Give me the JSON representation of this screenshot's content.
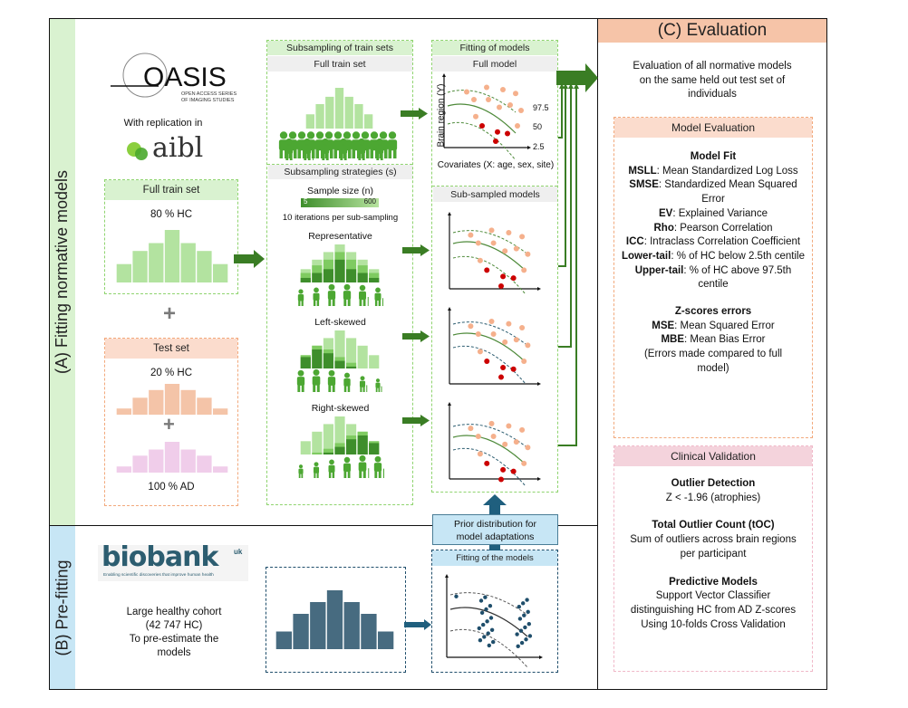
{
  "sections": {
    "a_label": "(A) Fitting normative models",
    "b_label": "(B) Pre-fitting",
    "c_title": "(C) Evaluation"
  },
  "colors": {
    "green_light": "#d9f2d0",
    "green_bar": "#b3e3a0",
    "green_dark": "#3e8e2b",
    "green_arrow": "#3a7d24",
    "orange_light": "#fbdccd",
    "orange_bar": "#f4c4a8",
    "pink_bar": "#f0cdea",
    "blue_light": "#c7e6f5",
    "blue_dark": "#476b80",
    "evaluation_header": "#f6c4a8",
    "clinical_header": "#f4d3dc"
  },
  "datasets": {
    "oasis_logo": "OASIS",
    "oasis_subtitle_1": "OPEN ACCESS SERIES",
    "oasis_subtitle_2": "OF IMAGING STUDIES",
    "replication_text": "With replication in",
    "aibl_logo": "aibl",
    "biobank_logo": "biobank",
    "biobank_uk": "uk",
    "biobank_tagline": "Enabling scientific discoveries that improve human health"
  },
  "train_box": {
    "title": "Full train set",
    "percent": "80 % HC",
    "histogram": [
      0.35,
      0.6,
      0.75,
      1.0,
      0.75,
      0.6,
      0.35
    ]
  },
  "plus_sign": "+",
  "test_box": {
    "title": "Test set",
    "hc_percent": "20 % HC",
    "ad_percent": "100 % AD",
    "hc_histogram": [
      0.2,
      0.55,
      0.8,
      1.0,
      0.8,
      0.55,
      0.2
    ],
    "ad_histogram": [
      0.2,
      0.55,
      0.75,
      1.0,
      0.75,
      0.55,
      0.2
    ]
  },
  "subsampling": {
    "title": "Subsampling of train sets",
    "full_train_label": "Full train set",
    "strategies_title": "Subsampling strategies (s)",
    "sample_size_label": "Sample size (n)",
    "sample_min": "5",
    "sample_max": "600",
    "iterations_text": "10 iterations per sub-sampling",
    "full_histogram": [
      0.35,
      0.6,
      0.78,
      1.0,
      0.78,
      0.6,
      0.35
    ],
    "strategies": [
      {
        "name": "Representative",
        "light": [
          0.35,
          0.6,
          0.8,
          1.0,
          0.8,
          0.6,
          0.35
        ],
        "mid": [
          0.25,
          0.45,
          0.6,
          0.8,
          0.6,
          0.45,
          0.25
        ],
        "dark": [
          0.12,
          0.25,
          0.35,
          0.6,
          0.35,
          0.25,
          0.12
        ]
      },
      {
        "name": "Left-skewed",
        "light": [
          0.35,
          0.6,
          0.8,
          1.0,
          0.8,
          0.6,
          0.35
        ],
        "mid": [
          0.35,
          0.6,
          0.5,
          0.3,
          0.15,
          0.0,
          0.0
        ],
        "dark": [
          0.3,
          0.5,
          0.4,
          0.2,
          0.05,
          0.0,
          0.0
        ]
      },
      {
        "name": "Right-skewed",
        "light": [
          0.35,
          0.6,
          0.8,
          1.0,
          0.8,
          0.6,
          0.35
        ],
        "mid": [
          0.0,
          0.05,
          0.15,
          0.3,
          0.5,
          0.6,
          0.35
        ],
        "dark": [
          0.0,
          0.0,
          0.05,
          0.2,
          0.4,
          0.5,
          0.3
        ]
      }
    ]
  },
  "fitting": {
    "title": "Fitting of models",
    "full_model_label": "Full model",
    "y_axis_label": "Brain region (Y)",
    "x_axis_label": "Covariates (X: age, sex, site)",
    "centiles": [
      "97.5",
      "50",
      "2.5"
    ],
    "sub_sampled_label": "Sub-sampled models"
  },
  "prefitting": {
    "description_lines": [
      "Large healthy cohort",
      "(42 747 HC)",
      "To pre-estimate the",
      "models"
    ],
    "histogram": [
      0.3,
      0.6,
      0.8,
      1.0,
      0.8,
      0.6,
      0.3
    ],
    "prior_label_line1": "Prior distribution for",
    "prior_label_line2": "model adaptations",
    "fitting_title": "Fitting of the models"
  },
  "evaluation": {
    "intro_lines": [
      "Evaluation of all normative models",
      "on the same held out test set of",
      "individuals"
    ],
    "model_eval_title": "Model Evaluation",
    "model_fit_heading": "Model Fit",
    "metrics": [
      {
        "abbr": "MSLL",
        "desc": ": Mean Standardized Log Loss"
      },
      {
        "abbr": "SMSE",
        "desc": ": Standardized Mean Squared Error"
      },
      {
        "abbr": "EV",
        "desc": ": Explained Variance"
      },
      {
        "abbr": "Rho",
        "desc": ": Pearson Correlation"
      },
      {
        "abbr": "ICC",
        "desc": ": Intraclass Correlation Coefficient"
      },
      {
        "abbr": "Lower-tail",
        "desc": ": % of HC below 2.5th centile"
      },
      {
        "abbr": "Upper-tail",
        "desc": ": % of HC above 97.5th centile"
      }
    ],
    "zscore_heading": "Z-scores errors",
    "zscore_metrics": [
      {
        "abbr": "MSE",
        "desc": ": Mean Squared Error"
      },
      {
        "abbr": "MBE",
        "desc": ": Mean Bias Error"
      }
    ],
    "zscore_note": "(Errors made compared to full model)",
    "clinical_title": "Clinical Validation",
    "clinical_items": [
      {
        "heading": "Outlier Detection",
        "text": "Z < -1.96 (atrophies)"
      },
      {
        "heading": "Total Outlier Count (tOC)",
        "text": "Sum of outliers across brain regions per participant"
      },
      {
        "heading": "Predictive Models",
        "text": "Support Vector Classifier distinguishing HC from AD Z-scores Using 10-folds Cross Validation"
      }
    ]
  }
}
